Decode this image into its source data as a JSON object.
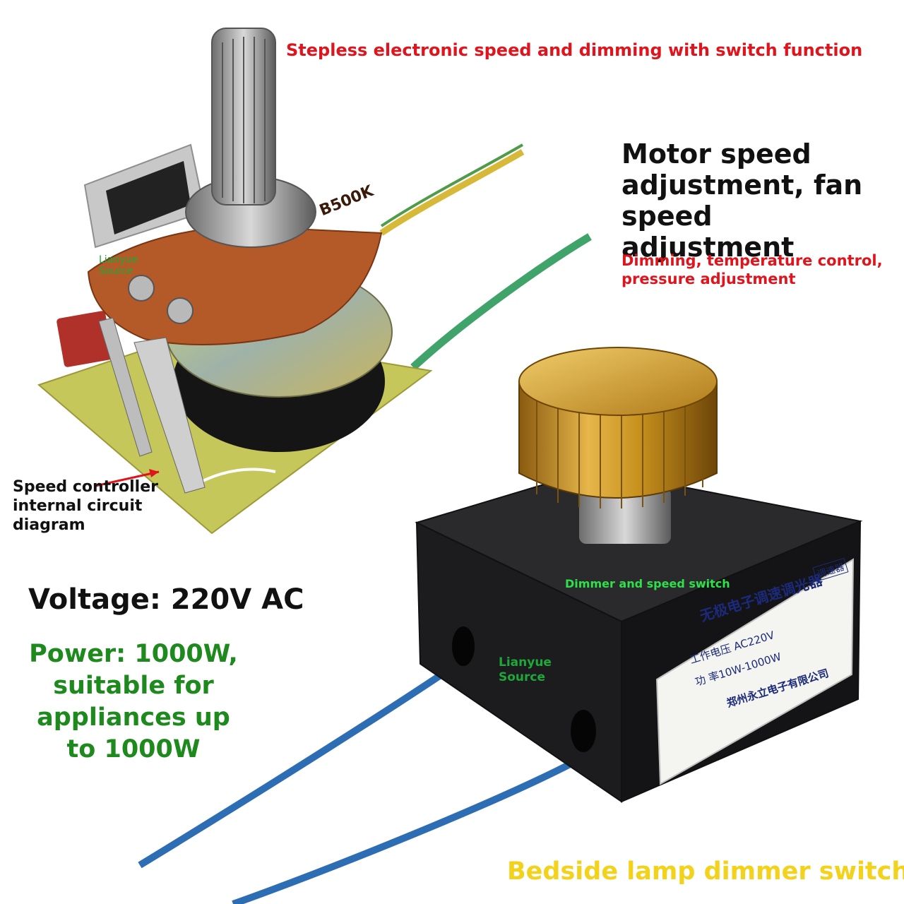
{
  "texts": {
    "headline": "Stepless electronic speed and dimming with switch function",
    "feature_main": "Motor speed adjustment, fan speed adjustment",
    "feature_sub": "Dimming, temperature control, pressure adjustment",
    "watermark": "Lianyue Source",
    "circuit_caption": "Speed controller internal circuit diagram",
    "voltage": "Voltage: 220V AC",
    "power": "Power: 1000W, suitable for appliances up to 1000W",
    "dimmer_label": "Dimmer and speed switch",
    "bottom_caption": "Bedside lamp dimmer switch"
  },
  "potentiometer_marking": "B500K",
  "box_label": {
    "title": "无极电子调速调光器",
    "voltage": "工作电压 AC220V",
    "power": "功 率10W-1000W",
    "company": "郑州永立电子有限公司",
    "tag": "调速器"
  },
  "colors": {
    "red_text": "#e0141d",
    "green_text": "#1e8a1e",
    "yellow_text": "#f2d21b",
    "knob_gold": "#c8921e",
    "box_black": "#1c1c1e",
    "wire_blue": "#2c6db3"
  }
}
